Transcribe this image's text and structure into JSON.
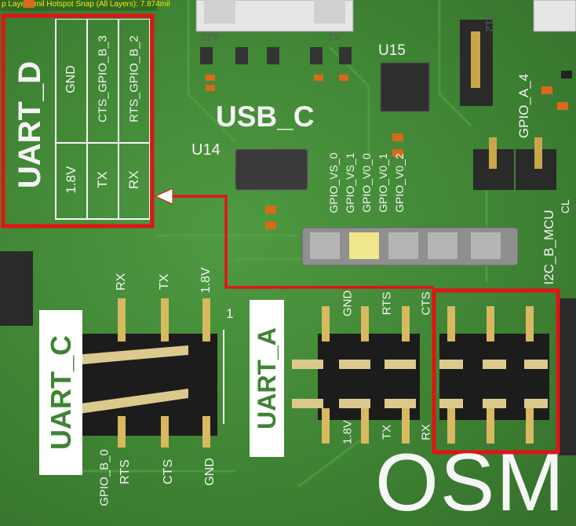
{
  "header": {
    "layer_info": "p Layer  5mil Hotspot Snap (All Layers): 7.874mil"
  },
  "uart_d": {
    "title": "UART_D",
    "top_row": [
      "GND",
      "CTS_GPIO_B_3",
      "RTS_GPIO_B_2"
    ],
    "bottom_row": [
      "1.8V",
      "TX",
      "RX"
    ]
  },
  "usb_c": {
    "label": "USB_C",
    "chip": "U14",
    "top_refs": [
      "A12",
      "A1"
    ]
  },
  "u15": {
    "label": "U15"
  },
  "right_top": {
    "ref": "A12"
  },
  "gpio_a4": {
    "label": "GPIO_A_4"
  },
  "gpio_vs": {
    "labels": [
      "GPIO_VS_0",
      "GPIO_VS_1",
      "GPIO_V0_0",
      "GPIO_V0_1",
      "GPIO_V0_2"
    ]
  },
  "i2c": {
    "label": "I2C_B_MCU",
    "edge": "CL"
  },
  "uart_c": {
    "title": "UART_C",
    "top_labels": [
      "RX",
      "TX",
      "1.8V"
    ],
    "pin1": "1",
    "bottom_labels": [
      "GPIO_B_0",
      "RTS",
      "CTS",
      "GND"
    ]
  },
  "uart_a": {
    "title": "UART_A",
    "top_labels": [
      "GND",
      "RTS",
      "CTS"
    ],
    "bottom_labels": [
      "1.8V",
      "TX",
      "RX"
    ]
  },
  "osm": {
    "label": "OSM"
  },
  "colors": {
    "highlight": "#e01414",
    "silk": "#f4f4f4",
    "pcb": "#3f8434",
    "arrow": "#ffffff"
  }
}
